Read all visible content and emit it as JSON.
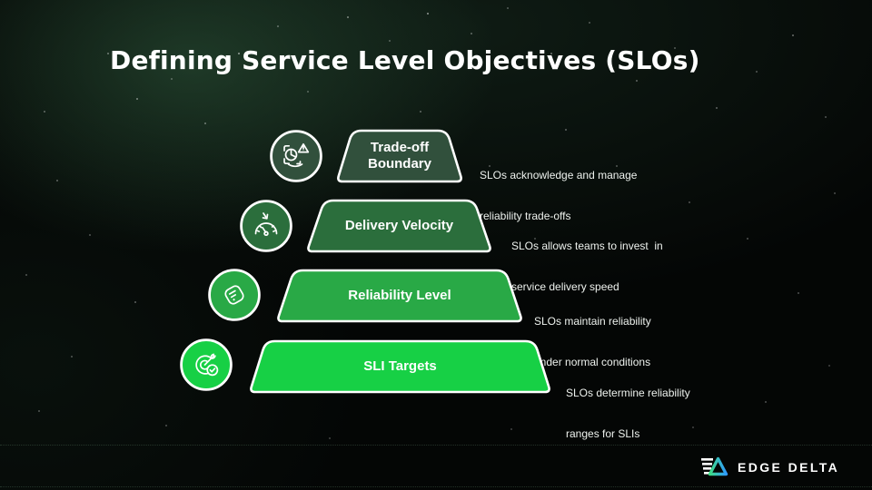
{
  "slide": {
    "title": "Defining Service Level Objectives (SLOs)"
  },
  "pyramid": {
    "levels": [
      {
        "label": "Trade-off Boundary",
        "desc": [
          "SLOs acknowledge and manage",
          "reliability trade-offs"
        ],
        "color": "#31503c",
        "icon": "risk-tradeoff-icon"
      },
      {
        "label": "Delivery Velocity",
        "desc": [
          "SLOs allows teams to invest  in",
          "service delivery speed"
        ],
        "color": "#2b6e3c",
        "icon": "speedometer-icon"
      },
      {
        "label": "Reliability Level",
        "desc": [
          "SLOs maintain reliability",
          "under normal conditions"
        ],
        "color": "#29a946",
        "icon": "logs-icon"
      },
      {
        "label": "SLI Targets",
        "desc": [
          "SLOs determine reliability",
          "ranges for SLIs"
        ],
        "color": "#17d045",
        "icon": "target-check-icon"
      }
    ]
  },
  "footer": {
    "brand": "EDGE DELTA",
    "accent_green": "#3ddc84",
    "accent_blue": "#2f9bff"
  }
}
